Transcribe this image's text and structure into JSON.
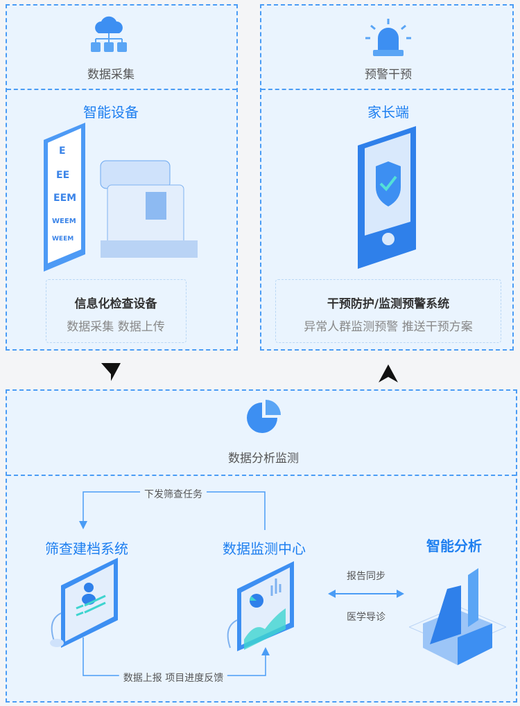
{
  "collect": {
    "title": "数据采集",
    "subtitle": "智能设备",
    "box_title": "信息化检查设备",
    "box_desc": "数据采集  数据上传"
  },
  "warn": {
    "title": "预警干预",
    "subtitle": "家长端",
    "box_title": "干预防护/监测预警系统",
    "box_desc": "异常人群监测预警  推送干预方案"
  },
  "analysis": {
    "title": "数据分析监测",
    "node1": "筛查建档系统",
    "node2": "数据监测中心",
    "node3": "智能分析",
    "flow_top": "下发筛查任务",
    "flow_bottom": "数据上报  项目进度反馈",
    "sync_top": "报告同步",
    "sync_bottom": "医学导诊"
  },
  "colors": {
    "accent": "#1e7ff0",
    "border": "#4a9cf5",
    "panel": "#eaf4fe"
  }
}
